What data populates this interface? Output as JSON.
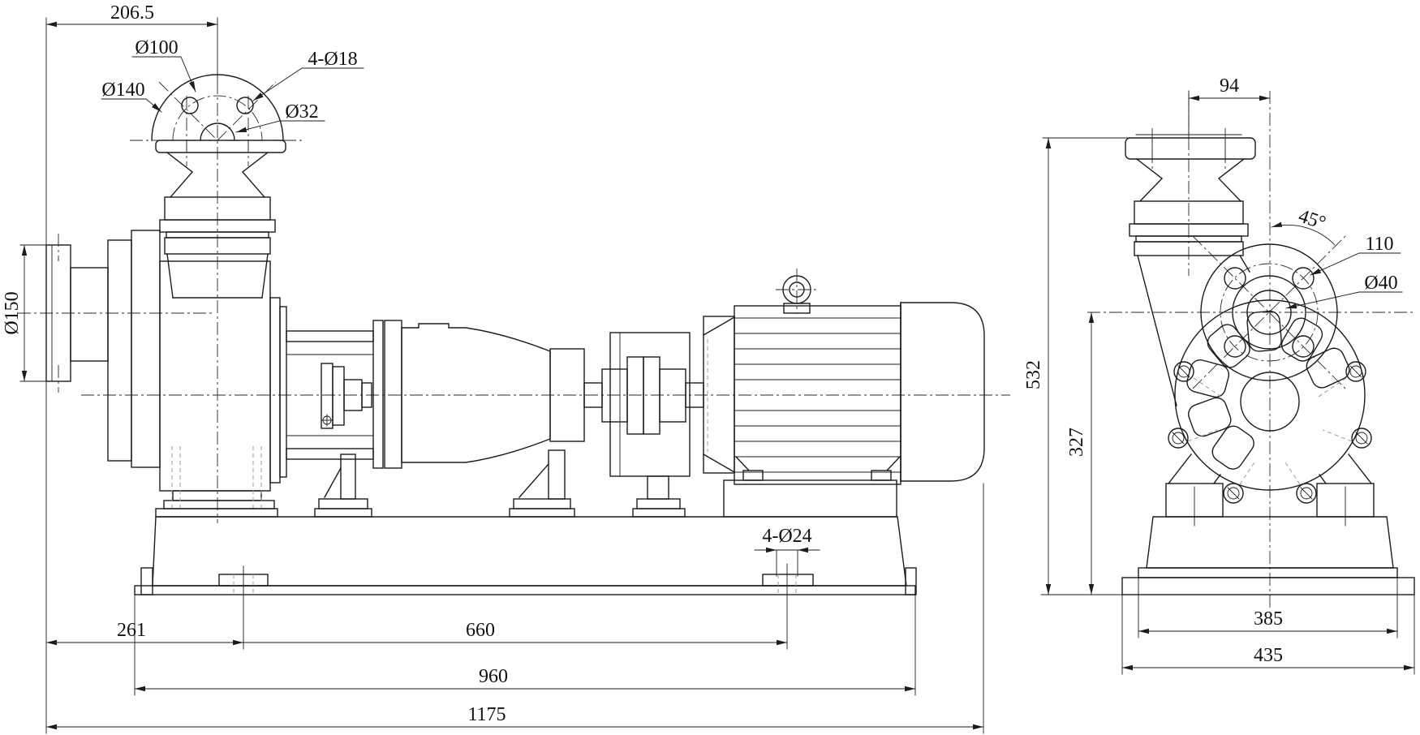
{
  "drawing": {
    "kind": "pump-assembly-dimension-drawing",
    "units": "mm",
    "colors": {
      "line": "#1c1c1c",
      "background": "#ffffff",
      "hidden_line": "#9a9a9a"
    },
    "dims": {
      "offset_206_5": "206.5",
      "bolt_circle_100": "Ø100",
      "holes_4_18": "4-Ø18",
      "flange_od_140": "Ø140",
      "bore_32": "Ø32",
      "suction_150": "Ø150",
      "span_261": "261",
      "span_660": "660",
      "span_960": "960",
      "span_1175": "1175",
      "anchor_4_24": "4-Ø24",
      "offset_94": "94",
      "angle_45": "45°",
      "circle_110": "110",
      "bore_40": "Ø40",
      "height_532": "532",
      "height_327": "327",
      "base_385": "385",
      "base_435": "435"
    }
  }
}
